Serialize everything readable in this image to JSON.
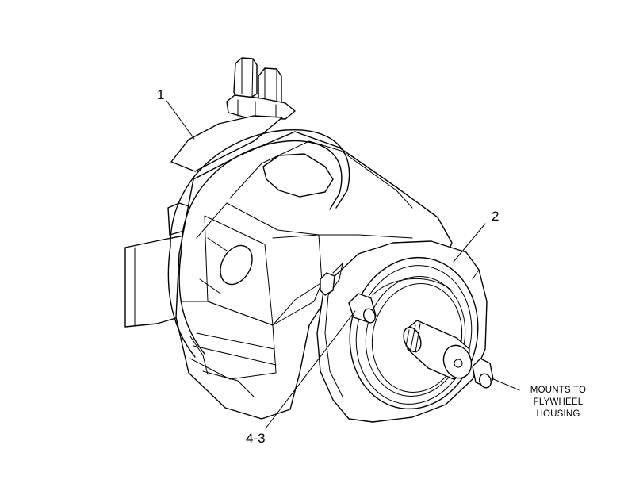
{
  "callouts": {
    "part_1": "1",
    "part_2": "2",
    "part_4_3": "4-3"
  },
  "note": {
    "line1": "MOUNTS TO",
    "line2": "FLYWHEEL",
    "line3": "HOUSING"
  }
}
